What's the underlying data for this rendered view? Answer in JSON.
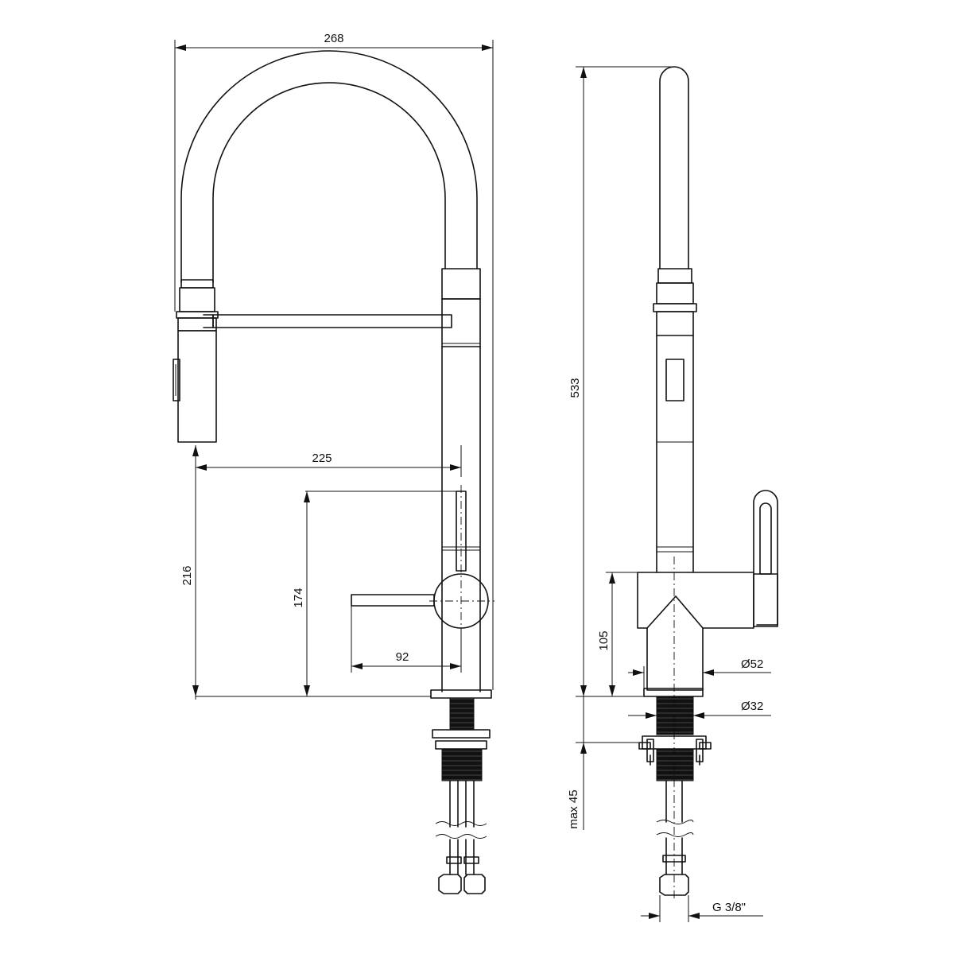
{
  "dimensions": {
    "overall_width": "268",
    "overall_height": "533",
    "spout_reach": "225",
    "spout_outlet_height": "216",
    "handle_height": "174",
    "handle_reach": "92",
    "body_height": "105",
    "base_diameter": "Ø52",
    "shank_diameter": "Ø32",
    "max_counter_thickness": "max 45",
    "connection_thread": "G 3/8\""
  }
}
